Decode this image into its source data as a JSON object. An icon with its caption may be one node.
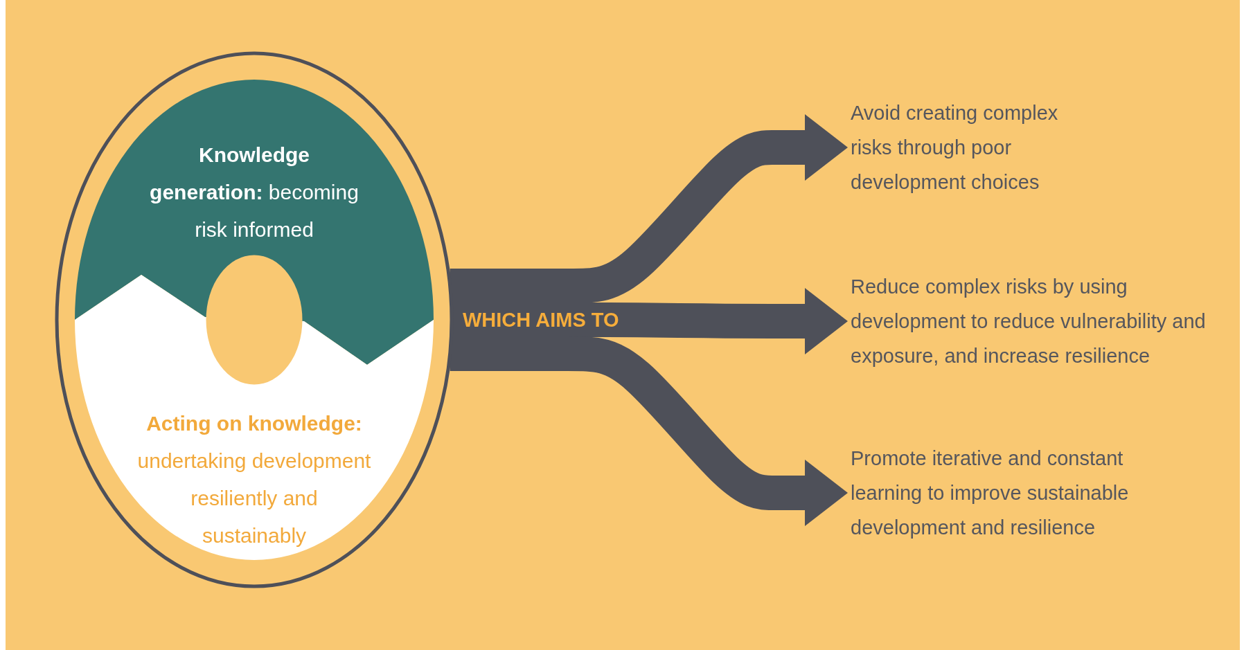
{
  "diagram": {
    "nodes": [
      {
        "text": [],
        "shape": "circle"
      },
      {
        "text": [
          "**Knowledge generation:** becoming risk informed"
        ],
        "in": 0
      },
      {
        "text": [
          "**Acting on knowledge:** undertaking development resiliently and sustainably"
        ],
        "in": 0
      },
      {
        "text": [
          "Avoid creating complex risks through poor development choices"
        ]
      },
      {
        "text": [
          "Reduce complex risks by using development to reduce vulnerability and exposure, and increase resilience"
        ]
      },
      {
        "text": [
          "Promote iterative and constant learning to improve sustainable development and resilience"
        ]
      },
      {
        "text": [],
        "shape": "circle",
        "in": 0
      }
    ],
    "edges": [
      {
        "from": 0,
        "to": 3,
        "arrow": "to"
      },
      {
        "from": 0,
        "to": 4,
        "arrow": "to",
        "label": "WHICH AIMS TO"
      },
      {
        "from": 0,
        "to": 5,
        "arrow": "to"
      }
    ]
  }
}
